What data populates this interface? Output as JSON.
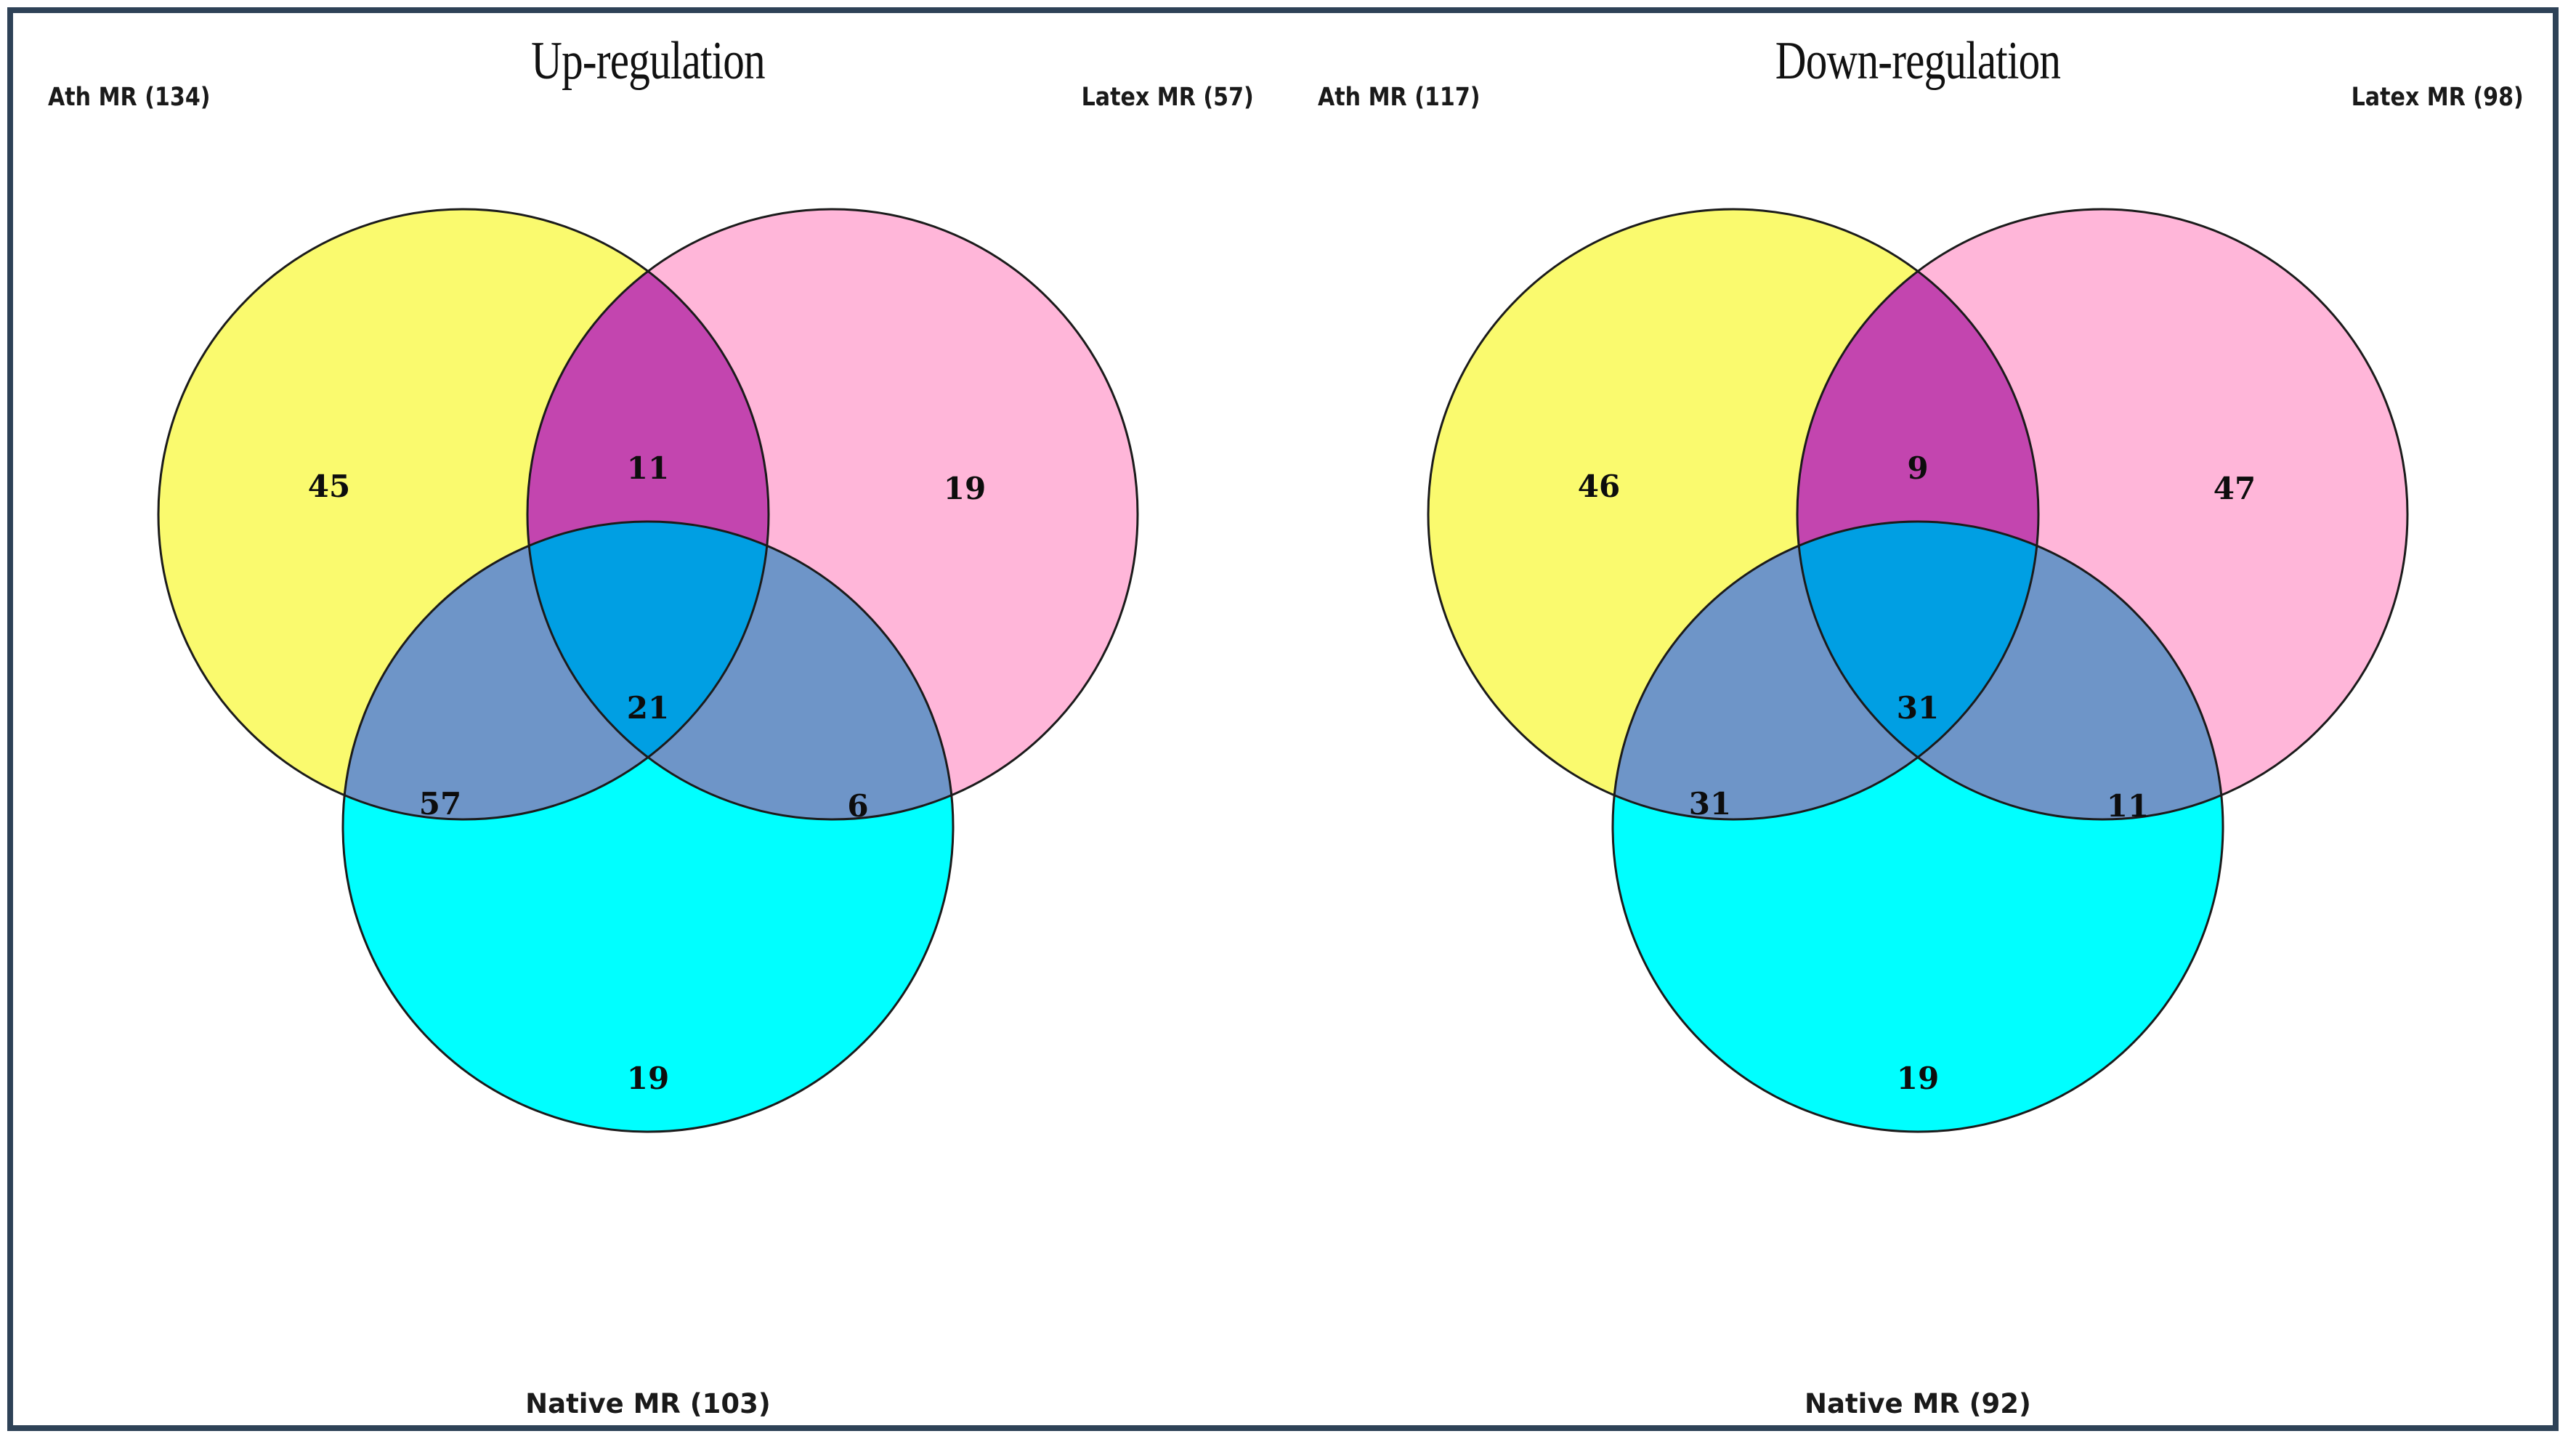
{
  "figure": {
    "border_color": "#2e4257",
    "background": "#ffffff"
  },
  "palette": {
    "ath_yellow": "#FAFA6E",
    "latex_pink": "#FFB6D9",
    "native_cyan": "#00FFFF",
    "ath_latex_purple": "#C345AF",
    "ath_native_steel": "#6E95C8",
    "latex_native_steel": "#6E95C8",
    "triple_blue": "#009FE3",
    "outline": "#1b1b1b",
    "text": "#0d0d0d"
  },
  "panels": [
    {
      "id": "up-regulation",
      "title": "Up-regulation",
      "sets": {
        "ath": "Ath MR (134)",
        "latex": "Latex MR (57)",
        "native": "Native MR (103)"
      },
      "counts": {
        "ath_only": "45",
        "latex_only": "19",
        "native_only": "19",
        "ath_latex": "11",
        "ath_native": "57",
        "latex_native": "6",
        "all_three": "21"
      }
    },
    {
      "id": "down-regulation",
      "title": "Down-regulation",
      "sets": {
        "ath": "Ath MR (117)",
        "latex": "Latex MR (98)",
        "native": "Native MR (92)"
      },
      "counts": {
        "ath_only": "46",
        "latex_only": "47",
        "native_only": "19",
        "ath_latex": "9",
        "ath_native": "31",
        "latex_native": "11",
        "all_three": "31"
      }
    }
  ],
  "chart_data": {
    "type": "venn",
    "title": "Up-regulation / Down-regulation Venn diagrams",
    "sets": [
      "Ath MR",
      "Latex MR",
      "Native MR"
    ],
    "diagrams": [
      {
        "name": "Up-regulation",
        "set_totals": {
          "Ath MR": 134,
          "Latex MR": 57,
          "Native MR": 103
        },
        "regions": {
          "Ath only": 45,
          "Latex only": 19,
          "Native only": 19,
          "Ath & Latex": 11,
          "Ath & Native": 57,
          "Latex & Native": 6,
          "Ath & Latex & Native": 21
        }
      },
      {
        "name": "Down-regulation",
        "set_totals": {
          "Ath MR": 117,
          "Latex MR": 98,
          "Native MR": 92
        },
        "regions": {
          "Ath only": 46,
          "Latex only": 47,
          "Native only": 19,
          "Ath & Latex": 9,
          "Ath & Native": 31,
          "Latex & Native": 11,
          "Ath & Latex & Native": 31
        }
      }
    ]
  }
}
